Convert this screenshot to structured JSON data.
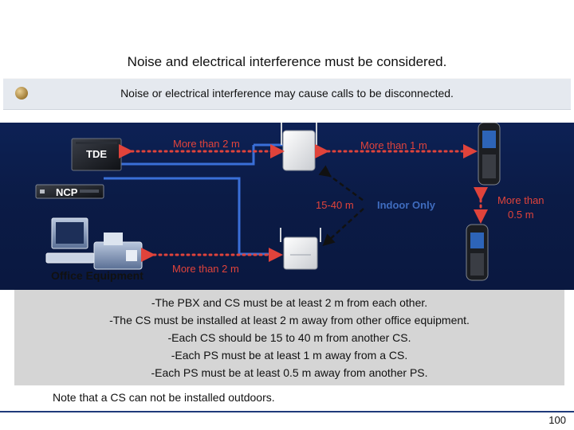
{
  "slide": {
    "title": "Noise and electrical interference must be considered.",
    "subtitle": "Noise or electrical interference may cause calls to be disconnected.",
    "page_number": "100"
  },
  "diagram": {
    "tde_label": "TDE",
    "ncp_label": "NCP",
    "office_equipment_label": "Office Equipment",
    "pbx_cs_distance": "More than 2 m",
    "cs_ps_distance": "More than 1 m",
    "cs_cs_distance": "15-40 m",
    "indoor_only": "Indoor Only",
    "ps_ps_distance_line1": "More than",
    "ps_ps_distance_line2": "0.5 m",
    "office_cs_distance": "More than 2 m"
  },
  "rules": [
    "-The PBX and CS must be at least 2 m from each other.",
    "-The CS must be installed at least 2 m away from other office equipment.",
    "-Each CS should be 15 to 40 m from another CS.",
    "-Each PS must be at least 1 m away from a CS.",
    "-Each PS must be at least 0.5 m away from another PS."
  ],
  "note": "Note that a CS can not be installed outdoors.",
  "colors": {
    "accent_red": "#e0433b",
    "cable_blue": "#3a6fd8",
    "scene_bg": "#0b1b46"
  }
}
